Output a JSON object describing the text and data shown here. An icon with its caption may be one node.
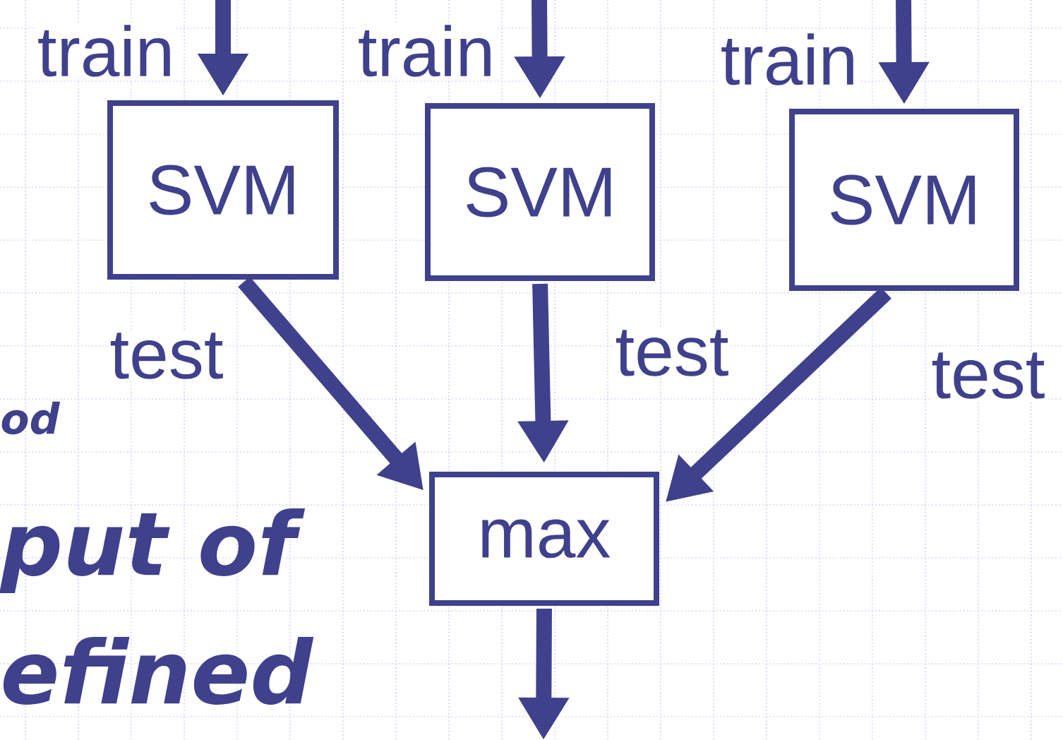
{
  "diagram": {
    "nodes": [
      {
        "text": [
          "SVM"
        ]
      },
      {
        "text": [
          "SVM"
        ]
      },
      {
        "text": [
          "SVM"
        ]
      },
      {
        "text": [
          "max"
        ]
      }
    ],
    "edges": [
      {
        "from": null,
        "to": 0,
        "arrow": "to",
        "label": "train"
      },
      {
        "from": null,
        "to": 1,
        "arrow": "to",
        "label": "train"
      },
      {
        "from": null,
        "to": 2,
        "arrow": "to",
        "label": "train"
      },
      {
        "from": 0,
        "to": 3,
        "arrow": "to",
        "label": "test"
      },
      {
        "from": 1,
        "to": 3,
        "arrow": "to",
        "label": "test"
      },
      {
        "from": 2,
        "to": 3,
        "arrow": "to",
        "label": "test"
      },
      {
        "from": 3,
        "to": null,
        "arrow": "to"
      }
    ],
    "labels": [
      "od",
      "put of",
      "efined"
    ]
  }
}
